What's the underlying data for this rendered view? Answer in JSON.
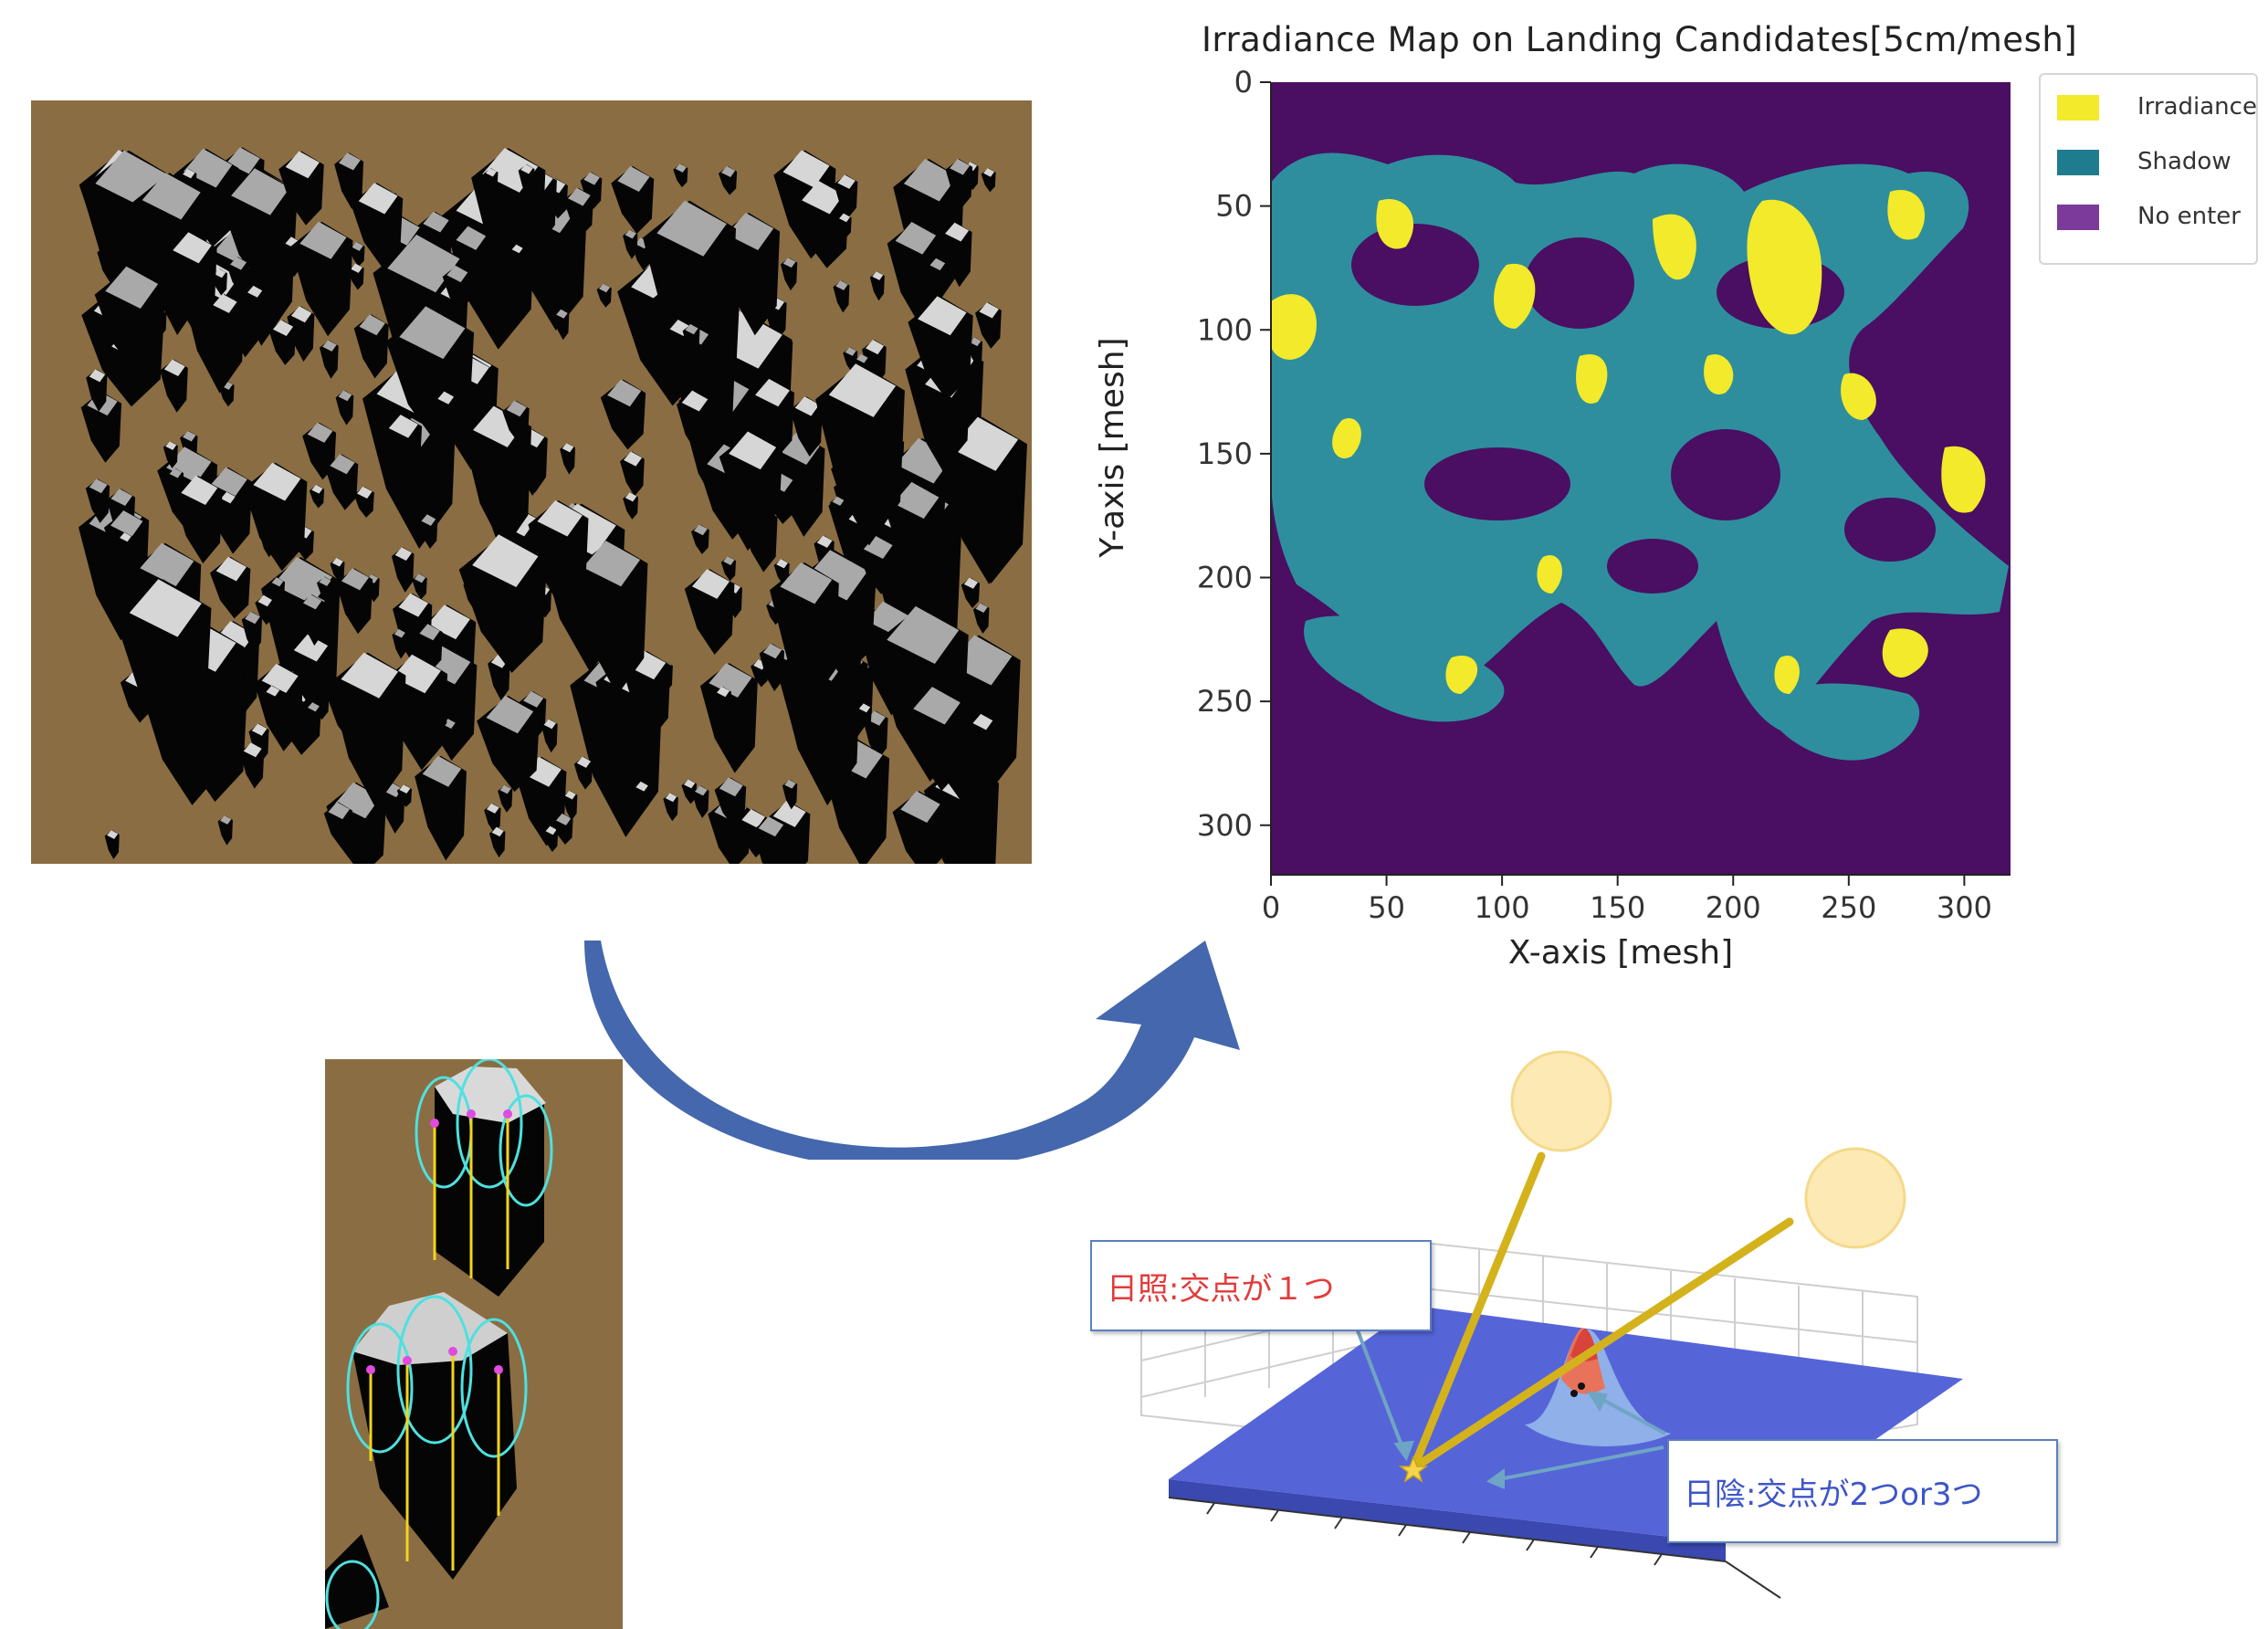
{
  "title": "Irradiance Map on Landing Candidates[5cm/mesh]",
  "axes": {
    "xlabel": "X-axis [mesh]",
    "ylabel": "Y-axis [mesh]",
    "xticks": [
      "0",
      "50",
      "100",
      "150",
      "200",
      "250",
      "300"
    ],
    "yticks": [
      "0",
      "50",
      "100",
      "150",
      "200",
      "250",
      "300"
    ]
  },
  "legend": [
    {
      "label": "Irradiance",
      "color": "#f2ea2a"
    },
    {
      "label": "Shadow",
      "color": "#2e8e9e"
    },
    {
      "label": "No enter",
      "color": "#5a1f74"
    }
  ],
  "callouts": {
    "sunlit": "日照:交点が１つ",
    "shadow": "日陰:交点が2つor3つ"
  },
  "colors": {
    "ground": "#8a6d42",
    "no_enter": "#4a0e62",
    "arrow": "#4467ad",
    "surface": "#5565d8"
  }
}
